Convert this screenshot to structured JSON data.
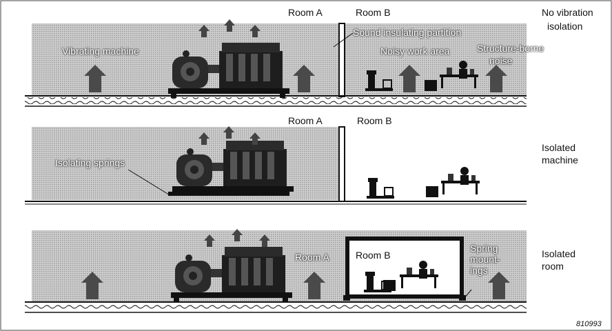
{
  "panels": [
    {
      "id": "no-isolation",
      "side_label_1": "No vibration",
      "side_label_2": "isolation",
      "room_a": "Room A",
      "room_b": "Room B",
      "callouts": {
        "machine": "Vibrating machine",
        "partition": "Sound insulating partition",
        "work_area": "Noisy work area",
        "structure_1": "Structure-borne",
        "structure_2": "noise"
      }
    },
    {
      "id": "isolated-machine",
      "side_label_1": "Isolated",
      "side_label_2": "machine",
      "room_a": "Room A",
      "room_b": "Room B",
      "callouts": {
        "springs": "Isolating springs"
      }
    },
    {
      "id": "isolated-room",
      "side_label_1": "Isolated",
      "side_label_2": "room",
      "room_a": "Room A",
      "room_b": "Room B",
      "callouts": {
        "mount_1": "Spring",
        "mount_2": "mount-",
        "mount_3": "ings"
      }
    }
  ],
  "figure_id": "810993",
  "colors": {
    "shade": "#bdbdbd",
    "arrow": "#4a4a4a",
    "machine": "#222222"
  }
}
